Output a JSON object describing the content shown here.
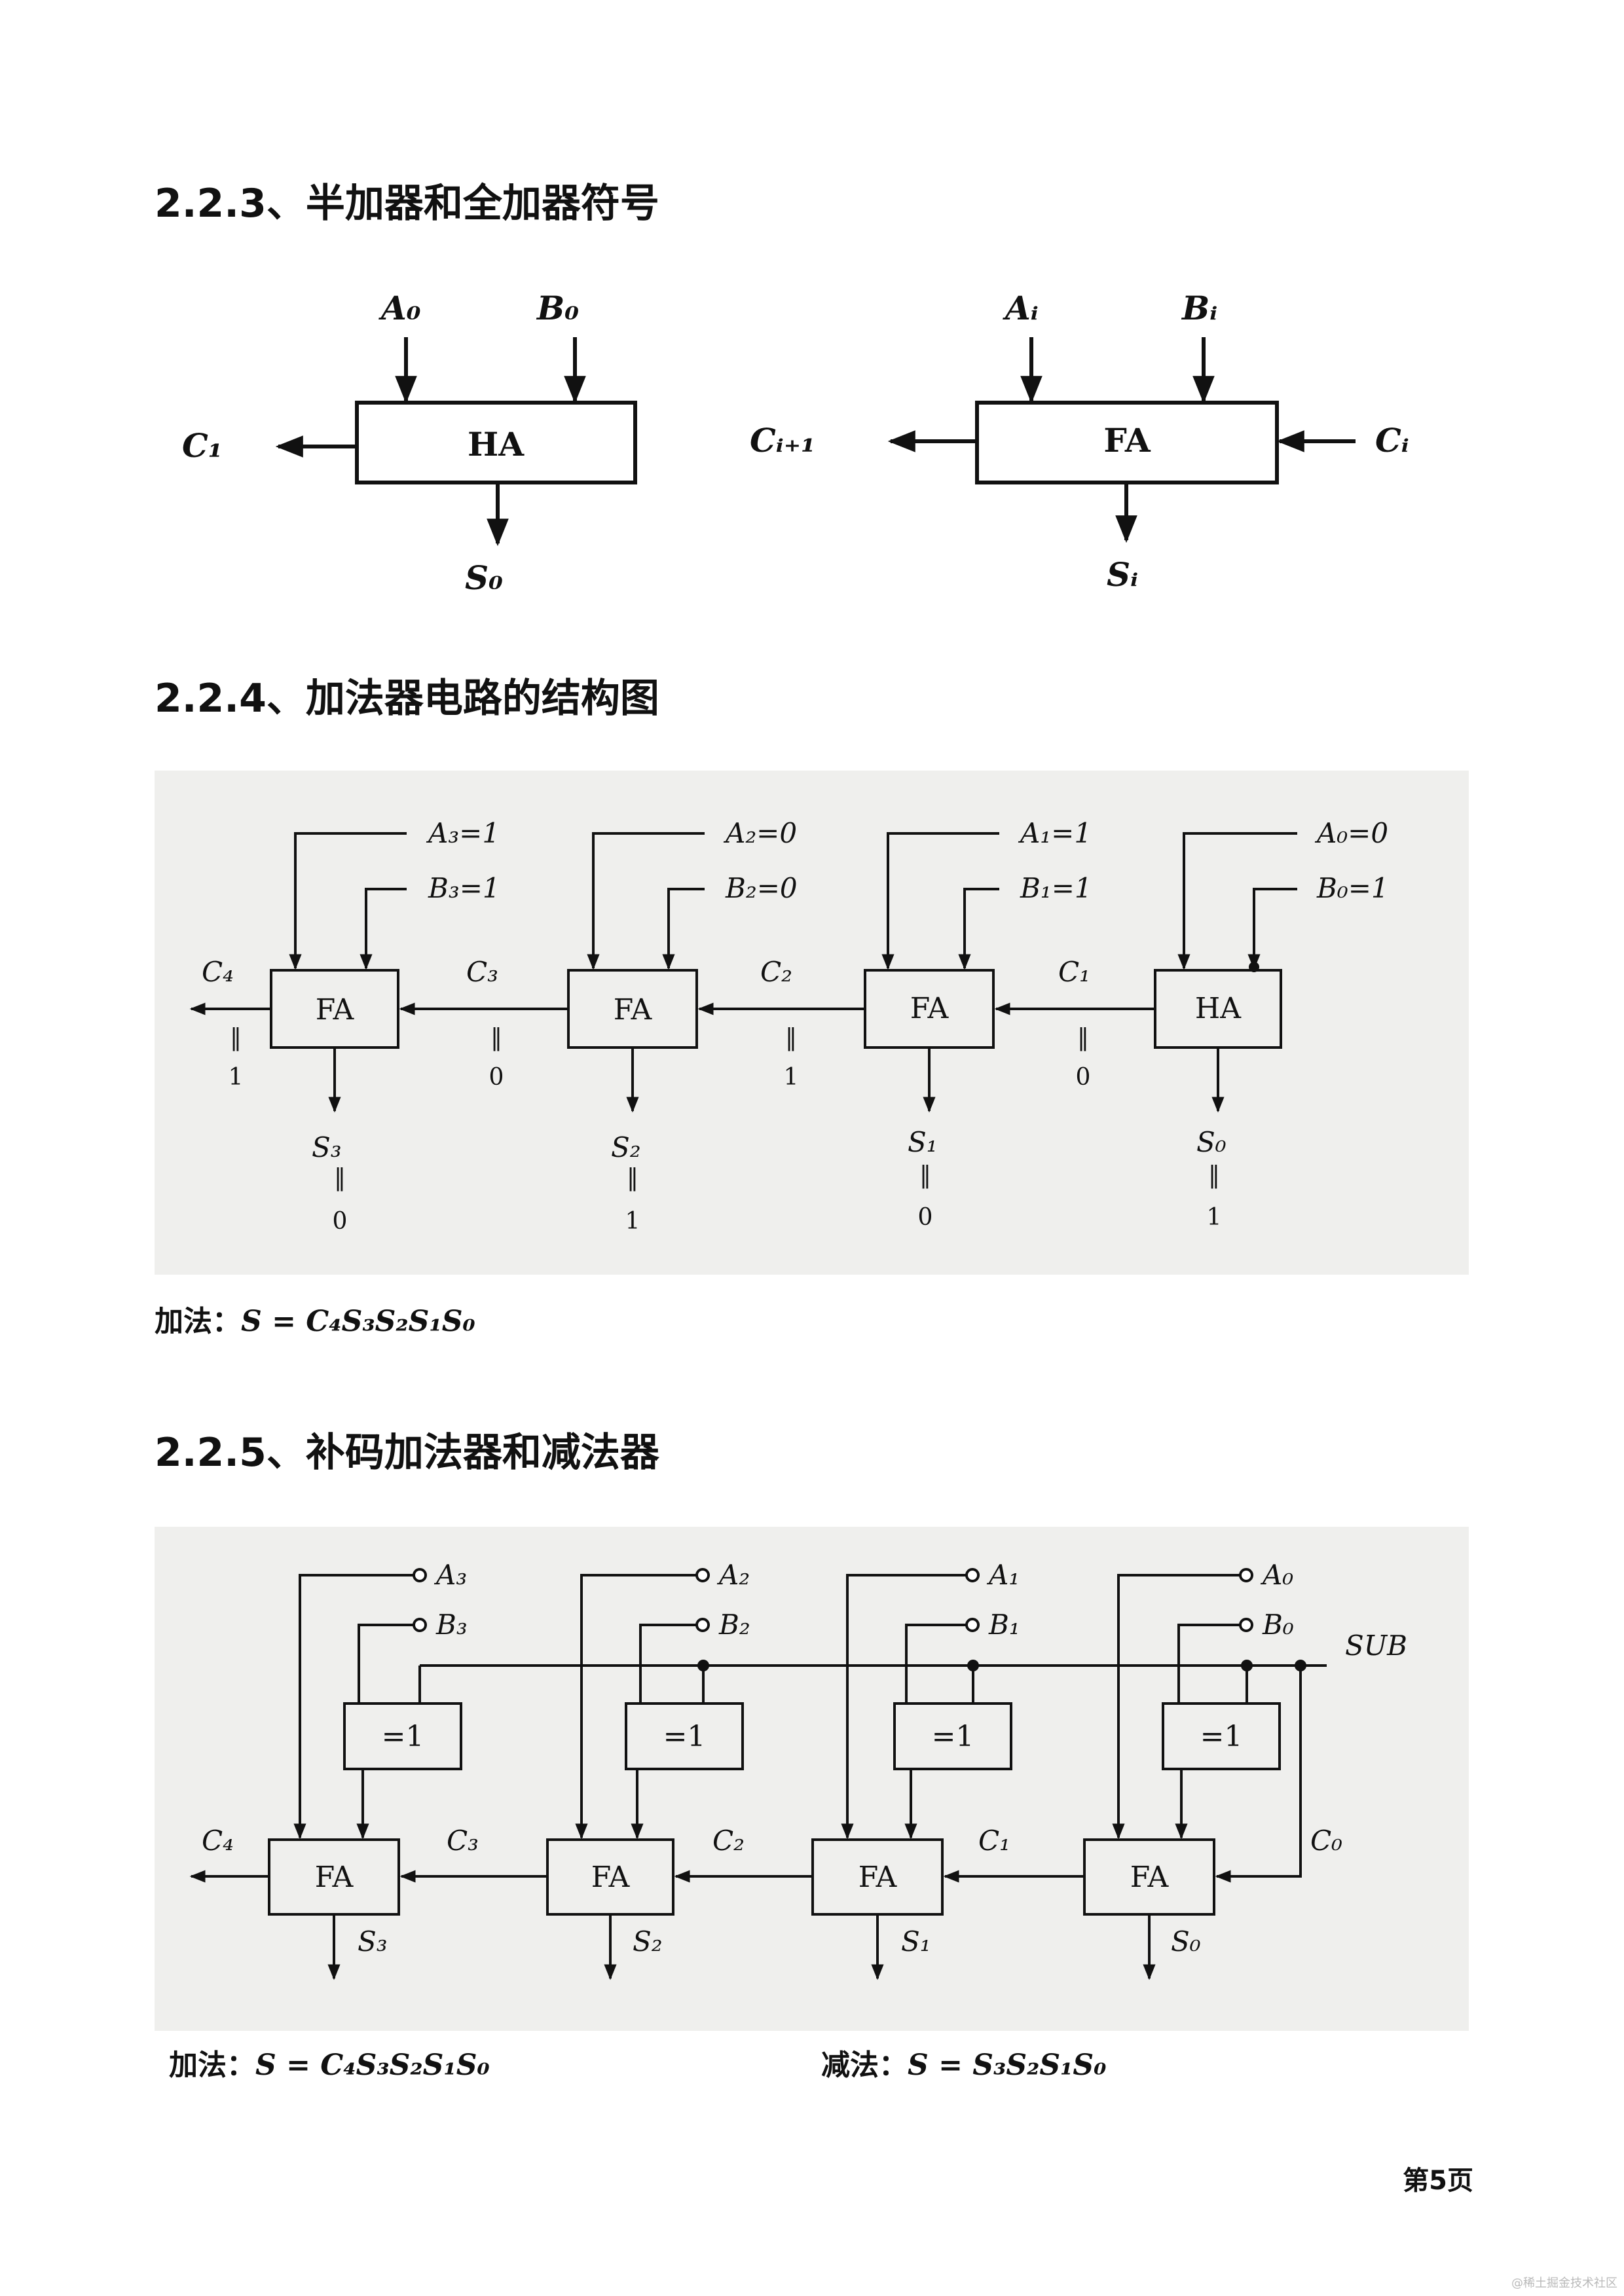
{
  "headings": {
    "h223": "2.2.3、半加器和全加器符号",
    "h224": "2.2.4、加法器电路的结构图",
    "h225": "2.2.5、补码加法器和减法器"
  },
  "symbols": {
    "ha": {
      "box": "HA",
      "a": "A₀",
      "b": "B₀",
      "carry": "C₁",
      "sum": "S₀"
    },
    "fa": {
      "box": "FA",
      "a": "Aᵢ",
      "b": "Bᵢ",
      "carry_out": "Cᵢ₊₁",
      "carry_in": "Cᵢ",
      "sum": "Sᵢ"
    }
  },
  "adder": {
    "inputs_a": [
      "A₃=1",
      "A₂=0",
      "A₁=1",
      "A₀=0"
    ],
    "inputs_b": [
      "B₃=1",
      "B₂=0",
      "B₁=1",
      "B₀=1"
    ],
    "blocks": [
      "FA",
      "FA",
      "FA",
      "HA"
    ],
    "carries": [
      "C₄",
      "C₃",
      "C₂",
      "C₁"
    ],
    "carry_values": [
      "1",
      "0",
      "1",
      "0"
    ],
    "sums": [
      "S₃",
      "S₂",
      "S₁",
      "S₀"
    ],
    "sum_values": [
      "0",
      "1",
      "0",
      "1"
    ],
    "equals_glyph": "‖"
  },
  "formula_add_1": {
    "label": "加法：",
    "expr": "S = C₄S₃S₂S₁S₀"
  },
  "complement": {
    "inputs_a": [
      "A₃",
      "A₂",
      "A₁",
      "A₀"
    ],
    "inputs_b": [
      "B₃",
      "B₂",
      "B₁",
      "B₀"
    ],
    "xor_label": "=1",
    "blocks": [
      "FA",
      "FA",
      "FA",
      "FA"
    ],
    "carries": [
      "C₄",
      "C₃",
      "C₂",
      "C₁",
      "C₀"
    ],
    "sums": [
      "S₃",
      "S₂",
      "S₁",
      "S₀"
    ],
    "sub_label": "SUB"
  },
  "formula_add_2": {
    "label": "加法：",
    "expr": "S = C₄S₃S₂S₁S₀"
  },
  "formula_sub": {
    "label": "减法：",
    "expr": "S = S₃S₂S₁S₀"
  },
  "page_number": "第5页",
  "watermark": "@稀土掘金技术社区"
}
